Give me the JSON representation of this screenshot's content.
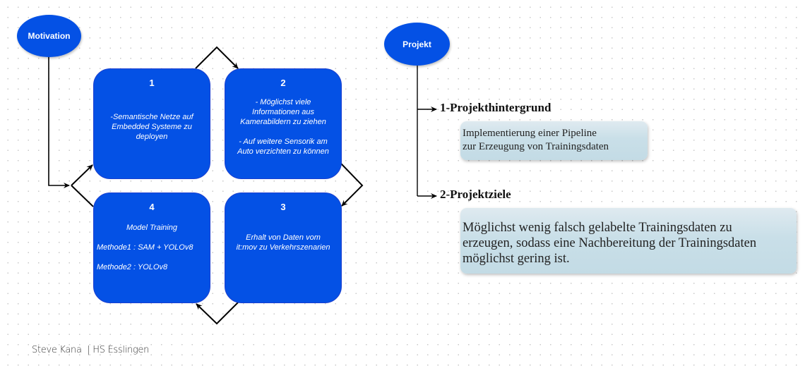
{
  "left_diagram": {
    "root": {
      "label": "Motivation"
    },
    "boxes": [
      {
        "number": "1",
        "lines": [
          "-Semantische Netze auf",
          "Embedded Systeme zu",
          "deployen"
        ]
      },
      {
        "number": "2",
        "lines": [
          "- Möglichst viele",
          "Informationen aus",
          "Kamerabildern zu ziehen",
          "",
          "- Auf weitere Sensorik am",
          "Auto verzichten zu können"
        ]
      },
      {
        "number": "3",
        "lines": [
          "Erhalt von Daten vom",
          "it:mov zu Verkehrszenarien"
        ]
      },
      {
        "number": "4",
        "lines": [
          "Model Training",
          "",
          "Methode1 : SAM + YOLOv8",
          "",
          "Methode2 : YOLOv8"
        ]
      }
    ]
  },
  "right_diagram": {
    "root": {
      "label": "Projekt"
    },
    "sections": [
      {
        "heading": "1-Projekthintergrund",
        "text_lines": [
          "Implementierung einer Pipeline",
          "zur Erzeugung von Trainingsdaten"
        ]
      },
      {
        "heading": "2-Projektziele",
        "text_lines": [
          "Möglichst wenig falsch gelabelte Trainingsdaten zu",
          "erzeugen, sodass eine Nachbereitung der Trainingsdaten",
          "möglichst gering ist."
        ]
      }
    ]
  },
  "footer": {
    "text": "Steve Kana  | HS Esslingen"
  },
  "colors": {
    "node_blue": "#0451e5",
    "note_bg": "#c9dfe8",
    "connector": "#000000"
  }
}
